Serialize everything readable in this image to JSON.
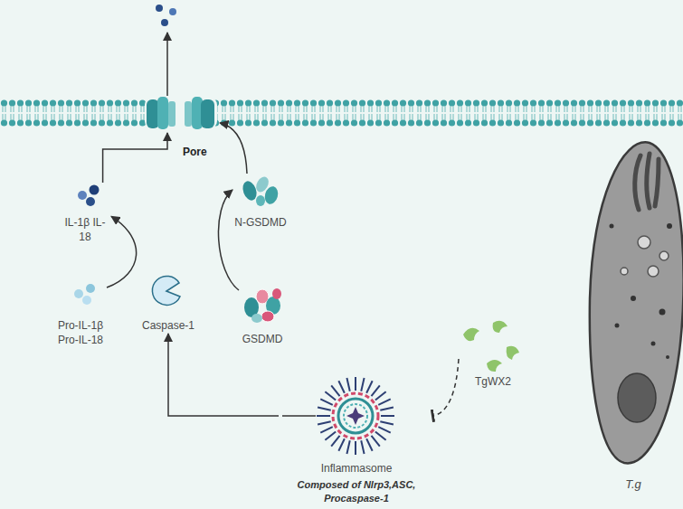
{
  "diagram": {
    "nodes": [
      {
        "text": [
          "Pore"
        ]
      },
      {
        "text": [
          "IL-1β IL-18"
        ]
      },
      {
        "text": [
          "N-GSDMD"
        ]
      },
      {
        "text": [
          "Pro-IL-1β Pro-IL-18"
        ]
      },
      {
        "text": [
          "Caspase-1"
        ]
      },
      {
        "text": [
          "GSDMD"
        ]
      },
      {
        "text": [
          "TgWX2"
        ]
      },
      {
        "text": [
          "Inflammasome",
          "Composed of Nlrp3,ASC, Procaspase-1"
        ]
      },
      {
        "text": [
          "T.g"
        ]
      }
    ],
    "edges": [
      {
        "from": 3,
        "to": 1,
        "arrow": "to"
      },
      {
        "from": 5,
        "to": 2,
        "arrow": "to"
      },
      {
        "from": 1,
        "to": 0,
        "arrow": "to"
      },
      {
        "from": 2,
        "to": 0,
        "arrow": "to"
      },
      {
        "from": 7,
        "to": 4,
        "arrow": "to"
      },
      {
        "from": 6,
        "to": 7,
        "arrow": "to"
      }
    ]
  }
}
